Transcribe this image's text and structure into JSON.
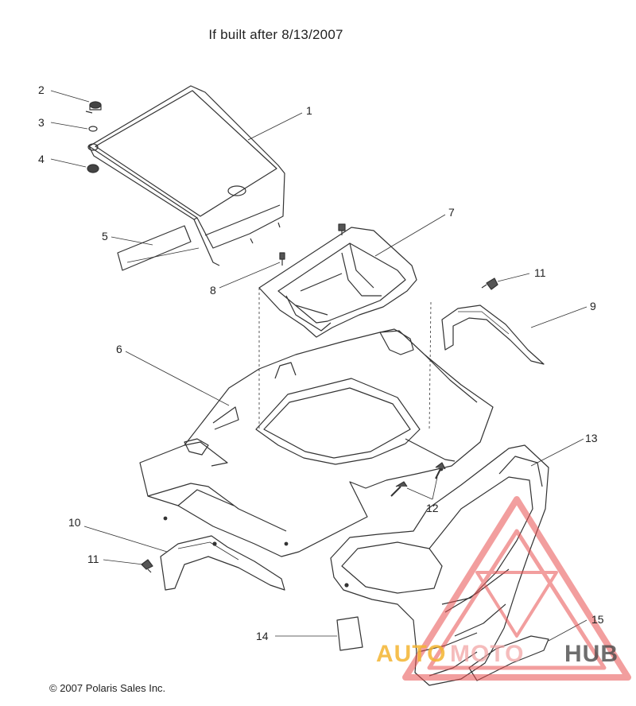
{
  "header": {
    "title": "If built after 8/13/2007"
  },
  "callouts": [
    "1",
    "2",
    "3",
    "4",
    "5",
    "6",
    "7",
    "8",
    "9",
    "10",
    "11",
    "11",
    "12",
    "13",
    "14",
    "15"
  ],
  "footer": {
    "copyright": "© 2007 Polaris Sales Inc."
  },
  "watermark": {
    "part1": "AUTO",
    "part2": "MOTO",
    "part3": "HUB",
    "colors": {
      "auto": "#f4b531",
      "triangle": "#e85050",
      "hub": "#4a4a4a"
    }
  }
}
